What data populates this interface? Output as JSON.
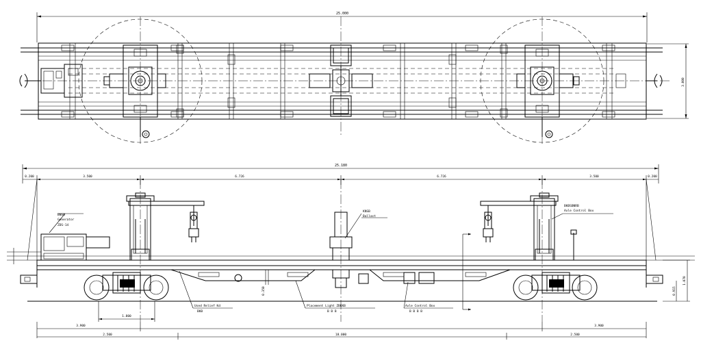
{
  "plan_view": {
    "overall_length": "25.000",
    "width": "3.000"
  },
  "side_view": {
    "overall_length": "25.180",
    "end_left": "0.200",
    "span_left": "3.500",
    "span_mid_left": "6.726",
    "span_mid_right": "6.726",
    "span_right": "3.500",
    "end_right": "0.200",
    "wheelbase": "1.800",
    "bogie_left": "3.900",
    "bogie_right": "3.900",
    "overhang_left": "2.500",
    "overhang_right": "2.500",
    "truck_centers": "18.000",
    "height_deck": "1.070",
    "height_wheel": "0.915",
    "height_coupler": "0.350"
  },
  "callouts": {
    "left_device_code": "BNSB",
    "left_device_name": "Generator",
    "left_device_model": "ZDS-14",
    "center_device_code": "KNSB",
    "center_device_name": "Ballast",
    "right_device_code": "BKBSBNRB",
    "right_device_name": "Axle Control Box",
    "bottom_1_label": "Used Relief Kd",
    "bottom_1_code": "BKB",
    "bottom_2_label": "Placement Light ZBKKB",
    "bottom_2_code": "B B B",
    "bottom_3_label": "Axle Control Box",
    "bottom_3_code": "B B B B"
  }
}
